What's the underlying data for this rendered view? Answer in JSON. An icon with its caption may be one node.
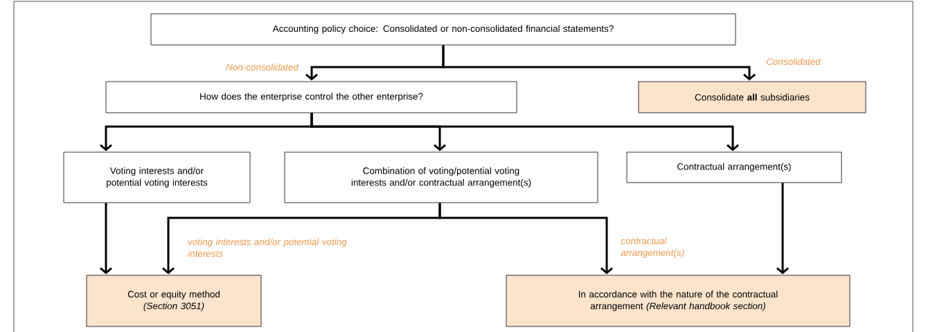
{
  "diagram": {
    "nodes": [
      {
        "text": [
          "Accounting policy choice: Consolidated or non-consolidated financial statements?"
        ]
      },
      {
        "text": [
          "How does the enterprise control the other enterprise?"
        ]
      },
      {
        "text": [
          "Consolidate **all** subsidiaries"
        ]
      },
      {
        "text": [
          "Voting interests and/or potential voting interests"
        ]
      },
      {
        "text": [
          "Combination of voting/potential voting interests and/or contractual arrangement(s)"
        ]
      },
      {
        "text": [
          "Contractual arrangement(s)"
        ]
      },
      {
        "text": [
          "Cost or equity method",
          "(Section 3051)"
        ]
      },
      {
        "text": [
          "In accordance with the nature of the contractual arrangement *(Relevant handbook section)*"
        ]
      }
    ],
    "edges": [
      {
        "from": 0,
        "to": 1,
        "arrow": "to",
        "label": "Non-consolidated"
      },
      {
        "from": 0,
        "to": 2,
        "arrow": "to",
        "label": "Consolidated"
      },
      {
        "from": 1,
        "to": 3,
        "arrow": "to"
      },
      {
        "from": 1,
        "to": 4,
        "arrow": "to"
      },
      {
        "from": 1,
        "to": 5,
        "arrow": "to"
      },
      {
        "from": 3,
        "to": 6,
        "arrow": "to"
      },
      {
        "from": 4,
        "to": 6,
        "arrow": "to",
        "label": "voting interests and/or potential voting interests"
      },
      {
        "from": 4,
        "to": 7,
        "arrow": "to",
        "label": "contractual arrangement(s)"
      },
      {
        "from": 5,
        "to": 7,
        "arrow": "to"
      }
    ]
  }
}
